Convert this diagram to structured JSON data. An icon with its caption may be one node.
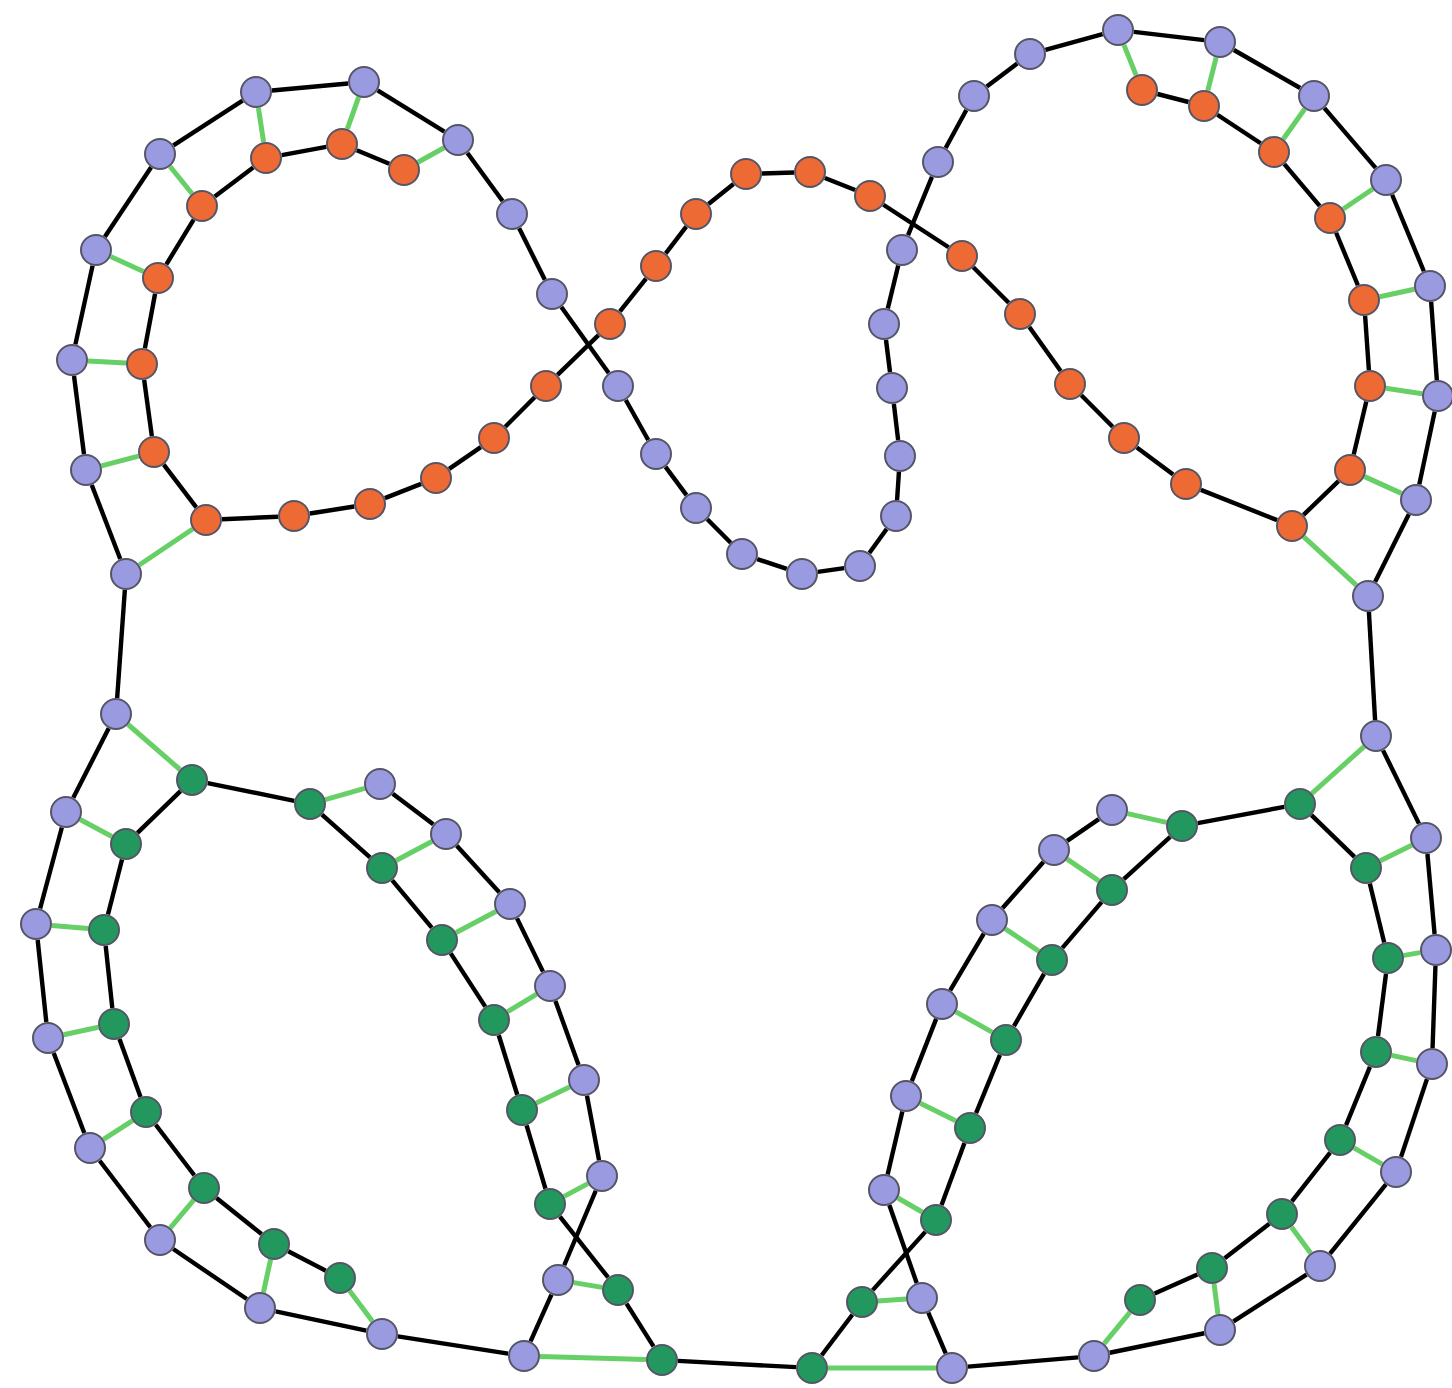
{
  "diagram": {
    "nodes": [
      {
        "text": [],
        "shape": "circle"
      },
      {
        "text": [],
        "shape": "circle"
      },
      {
        "text": [],
        "shape": "circle"
      },
      {
        "text": [],
        "shape": "circle"
      },
      {
        "text": [],
        "shape": "circle"
      },
      {
        "text": [],
        "shape": "circle"
      },
      {
        "text": [],
        "shape": "circle"
      },
      {
        "text": [],
        "shape": "circle"
      },
      {
        "text": [],
        "shape": "circle"
      },
      {
        "text": [],
        "shape": "circle"
      },
      {
        "text": [],
        "shape": "circle"
      },
      {
        "text": [],
        "shape": "circle"
      },
      {
        "text": [],
        "shape": "circle"
      },
      {
        "text": [],
        "shape": "circle"
      },
      {
        "text": [],
        "shape": "circle"
      },
      {
        "text": [],
        "shape": "circle"
      },
      {
        "text": [],
        "shape": "circle"
      },
      {
        "text": [],
        "shape": "circle"
      },
      {
        "text": [],
        "shape": "circle"
      },
      {
        "text": [],
        "shape": "circle"
      },
      {
        "text": [],
        "shape": "circle"
      },
      {
        "text": [],
        "shape": "circle"
      },
      {
        "text": [],
        "shape": "circle"
      },
      {
        "text": [],
        "shape": "circle"
      },
      {
        "text": [],
        "shape": "circle"
      },
      {
        "text": [],
        "shape": "circle"
      },
      {
        "text": [],
        "shape": "circle"
      },
      {
        "text": [],
        "shape": "circle"
      },
      {
        "text": [],
        "shape": "circle"
      },
      {
        "text": [],
        "shape": "circle"
      },
      {
        "text": [],
        "shape": "circle"
      },
      {
        "text": [],
        "shape": "circle"
      },
      {
        "text": [],
        "shape": "circle"
      },
      {
        "text": [],
        "shape": "circle"
      },
      {
        "text": [],
        "shape": "circle"
      },
      {
        "text": [],
        "shape": "circle"
      },
      {
        "text": [],
        "shape": "circle"
      },
      {
        "text": [],
        "shape": "circle"
      },
      {
        "text": [],
        "shape": "circle"
      },
      {
        "text": [],
        "shape": "circle"
      },
      {
        "text": [],
        "shape": "circle"
      },
      {
        "text": [],
        "shape": "circle"
      },
      {
        "text": [],
        "shape": "circle"
      },
      {
        "text": [],
        "shape": "circle"
      },
      {
        "text": [],
        "shape": "circle"
      },
      {
        "text": [],
        "shape": "circle"
      },
      {
        "text": [],
        "shape": "circle"
      },
      {
        "text": [],
        "shape": "circle"
      },
      {
        "text": [],
        "shape": "circle"
      },
      {
        "text": [],
        "shape": "circle"
      },
      {
        "text": [],
        "shape": "circle"
      },
      {
        "text": [],
        "shape": "circle"
      },
      {
        "text": [],
        "shape": "circle"
      },
      {
        "text": [],
        "shape": "circle"
      },
      {
        "text": [],
        "shape": "circle"
      },
      {
        "text": [],
        "shape": "circle"
      },
      {
        "text": [],
        "shape": "circle"
      },
      {
        "text": [],
        "shape": "circle"
      },
      {
        "text": [],
        "shape": "circle"
      },
      {
        "text": [],
        "shape": "circle"
      },
      {
        "text": [],
        "shape": "circle"
      },
      {
        "text": [],
        "shape": "circle"
      },
      {
        "text": [],
        "shape": "circle"
      },
      {
        "text": [],
        "shape": "circle"
      },
      {
        "text": [],
        "shape": "circle"
      },
      {
        "text": [],
        "shape": "circle"
      },
      {
        "text": [],
        "shape": "circle"
      },
      {
        "text": [],
        "shape": "circle"
      },
      {
        "text": [],
        "shape": "circle"
      },
      {
        "text": [],
        "shape": "circle"
      },
      {
        "text": [],
        "shape": "circle"
      },
      {
        "text": [],
        "shape": "circle"
      },
      {
        "text": [],
        "shape": "circle"
      },
      {
        "text": [],
        "shape": "circle"
      },
      {
        "text": [],
        "shape": "circle"
      },
      {
        "text": [],
        "shape": "circle"
      },
      {
        "text": [],
        "shape": "circle"
      },
      {
        "text": [],
        "shape": "circle"
      },
      {
        "text": [],
        "shape": "circle"
      },
      {
        "text": [],
        "shape": "circle"
      },
      {
        "text": [],
        "shape": "circle"
      },
      {
        "text": [],
        "shape": "circle"
      },
      {
        "text": [],
        "shape": "circle"
      },
      {
        "text": [],
        "shape": "circle"
      },
      {
        "text": [],
        "shape": "circle"
      },
      {
        "text": [],
        "shape": "circle"
      },
      {
        "text": [],
        "shape": "circle"
      },
      {
        "text": [],
        "shape": "circle"
      },
      {
        "text": [],
        "shape": "circle"
      },
      {
        "text": [],
        "shape": "circle"
      },
      {
        "text": [],
        "shape": "circle"
      },
      {
        "text": [],
        "shape": "circle"
      },
      {
        "text": [],
        "shape": "circle"
      },
      {
        "text": [],
        "shape": "circle"
      },
      {
        "text": [],
        "shape": "circle"
      },
      {
        "text": [],
        "shape": "circle"
      },
      {
        "text": [],
        "shape": "circle"
      },
      {
        "text": [],
        "shape": "circle"
      },
      {
        "text": [],
        "shape": "circle"
      },
      {
        "text": [],
        "shape": "circle"
      },
      {
        "text": [],
        "shape": "circle"
      },
      {
        "text": [],
        "shape": "circle"
      },
      {
        "text": [],
        "shape": "circle"
      },
      {
        "text": [],
        "shape": "circle"
      },
      {
        "text": [],
        "shape": "circle"
      },
      {
        "text": [],
        "shape": "circle"
      },
      {
        "text": [],
        "shape": "circle"
      },
      {
        "text": [],
        "shape": "circle"
      },
      {
        "text": [],
        "shape": "circle"
      },
      {
        "text": [],
        "shape": "circle"
      },
      {
        "text": [],
        "shape": "circle"
      },
      {
        "text": [],
        "shape": "circle"
      },
      {
        "text": [],
        "shape": "circle"
      },
      {
        "text": [],
        "shape": "circle"
      },
      {
        "text": [],
        "shape": "circle"
      },
      {
        "text": [],
        "shape": "circle"
      },
      {
        "text": [],
        "shape": "circle"
      },
      {
        "text": [],
        "shape": "circle"
      },
      {
        "text": [],
        "shape": "circle"
      },
      {
        "text": [],
        "shape": "circle"
      },
      {
        "text": [],
        "shape": "circle"
      },
      {
        "text": [],
        "shape": "circle"
      },
      {
        "text": [],
        "shape": "circle"
      },
      {
        "text": [],
        "shape": "circle"
      },
      {
        "text": [],
        "shape": "circle"
      },
      {
        "text": [],
        "shape": "circle"
      },
      {
        "text": [],
        "shape": "circle"
      },
      {
        "text": [],
        "shape": "circle"
      }
    ],
    "edges": [
      {
        "from": 0,
        "to": 1,
        "arrow": "none"
      },
      {
        "from": 1,
        "to": 2,
        "arrow": "none"
      },
      {
        "from": 2,
        "to": 3,
        "arrow": "none"
      },
      {
        "from": 3,
        "to": 4,
        "arrow": "none"
      },
      {
        "from": 4,
        "to": 5,
        "arrow": "none"
      },
      {
        "from": 5,
        "to": 6,
        "arrow": "none"
      },
      {
        "from": 6,
        "to": 7,
        "arrow": "none"
      },
      {
        "from": 7,
        "to": 8,
        "arrow": "none"
      },
      {
        "from": 8,
        "to": 9,
        "arrow": "none"
      },
      {
        "from": 9,
        "to": 10,
        "arrow": "none"
      },
      {
        "from": 10,
        "to": 11,
        "arrow": "none"
      },
      {
        "from": 11,
        "to": 12,
        "arrow": "none"
      },
      {
        "from": 12,
        "to": 13,
        "arrow": "none"
      },
      {
        "from": 13,
        "to": 14,
        "arrow": "none"
      },
      {
        "from": 14,
        "to": 15,
        "arrow": "none"
      },
      {
        "from": 15,
        "to": 16,
        "arrow": "none"
      },
      {
        "from": 16,
        "to": 17,
        "arrow": "none"
      },
      {
        "from": 17,
        "to": 18,
        "arrow": "none"
      },
      {
        "from": 18,
        "to": 19,
        "arrow": "none"
      },
      {
        "from": 19,
        "to": 20,
        "arrow": "none"
      },
      {
        "from": 20,
        "to": 21,
        "arrow": "none"
      },
      {
        "from": 21,
        "to": 22,
        "arrow": "none"
      },
      {
        "from": 22,
        "to": 23,
        "arrow": "none"
      },
      {
        "from": 23,
        "to": 24,
        "arrow": "none"
      },
      {
        "from": 24,
        "to": 25,
        "arrow": "none"
      },
      {
        "from": 25,
        "to": 26,
        "arrow": "none"
      },
      {
        "from": 26,
        "to": 27,
        "arrow": "none"
      },
      {
        "from": 27,
        "to": 28,
        "arrow": "none"
      },
      {
        "from": 28,
        "to": 29,
        "arrow": "none"
      },
      {
        "from": 29,
        "to": 30,
        "arrow": "none"
      },
      {
        "from": 30,
        "to": 31,
        "arrow": "none"
      },
      {
        "from": 31,
        "to": 32,
        "arrow": "none"
      },
      {
        "from": 32,
        "to": 33,
        "arrow": "none"
      },
      {
        "from": 33,
        "to": 34,
        "arrow": "none"
      },
      {
        "from": 34,
        "to": 35,
        "arrow": "none"
      },
      {
        "from": 35,
        "to": 36,
        "arrow": "none"
      },
      {
        "from": 36,
        "to": 37,
        "arrow": "none"
      },
      {
        "from": 37,
        "to": 38,
        "arrow": "none"
      },
      {
        "from": 38,
        "to": 39,
        "arrow": "none"
      },
      {
        "from": 39,
        "to": 40,
        "arrow": "none"
      },
      {
        "from": 40,
        "to": 41,
        "arrow": "none"
      },
      {
        "from": 41,
        "to": 42,
        "arrow": "none"
      },
      {
        "from": 42,
        "to": 43,
        "arrow": "none"
      },
      {
        "from": 43,
        "to": 44,
        "arrow": "none"
      },
      {
        "from": 44,
        "to": 45,
        "arrow": "none"
      },
      {
        "from": 45,
        "to": 46,
        "arrow": "none"
      },
      {
        "from": 46,
        "to": 47,
        "arrow": "none"
      },
      {
        "from": 47,
        "to": 48,
        "arrow": "none"
      },
      {
        "from": 48,
        "to": 49,
        "arrow": "none"
      },
      {
        "from": 49,
        "to": 50,
        "arrow": "none"
      },
      {
        "from": 50,
        "to": 51,
        "arrow": "none"
      },
      {
        "from": 51,
        "to": 52,
        "arrow": "none"
      },
      {
        "from": 52,
        "to": 53,
        "arrow": "none"
      },
      {
        "from": 53,
        "to": 54,
        "arrow": "none"
      },
      {
        "from": 54,
        "to": 55,
        "arrow": "none"
      },
      {
        "from": 55,
        "to": 56,
        "arrow": "none"
      },
      {
        "from": 56,
        "to": 57,
        "arrow": "none"
      },
      {
        "from": 57,
        "to": 58,
        "arrow": "none"
      },
      {
        "from": 58,
        "to": 59,
        "arrow": "none"
      },
      {
        "from": 59,
        "to": 60,
        "arrow": "none"
      },
      {
        "from": 60,
        "to": 61,
        "arrow": "none"
      },
      {
        "from": 61,
        "to": 62,
        "arrow": "none"
      },
      {
        "from": 62,
        "to": 63,
        "arrow": "none"
      },
      {
        "from": 64,
        "to": 65,
        "arrow": "none"
      },
      {
        "from": 65,
        "to": 66,
        "arrow": "none"
      },
      {
        "from": 66,
        "to": 67,
        "arrow": "none"
      },
      {
        "from": 67,
        "to": 68,
        "arrow": "none"
      },
      {
        "from": 68,
        "to": 69,
        "arrow": "none"
      },
      {
        "from": 69,
        "to": 70,
        "arrow": "none"
      },
      {
        "from": 70,
        "to": 71,
        "arrow": "none"
      },
      {
        "from": 71,
        "to": 72,
        "arrow": "none"
      },
      {
        "from": 72,
        "to": 73,
        "arrow": "none"
      },
      {
        "from": 73,
        "to": 74,
        "arrow": "none"
      },
      {
        "from": 74,
        "to": 75,
        "arrow": "none"
      },
      {
        "from": 75,
        "to": 76,
        "arrow": "none"
      },
      {
        "from": 76,
        "to": 77,
        "arrow": "none"
      },
      {
        "from": 77,
        "to": 78,
        "arrow": "none"
      },
      {
        "from": 78,
        "to": 79,
        "arrow": "none"
      },
      {
        "from": 79,
        "to": 80,
        "arrow": "none"
      },
      {
        "from": 80,
        "to": 81,
        "arrow": "none"
      },
      {
        "from": 81,
        "to": 82,
        "arrow": "none"
      },
      {
        "from": 82,
        "to": 83,
        "arrow": "none"
      },
      {
        "from": 83,
        "to": 84,
        "arrow": "none"
      },
      {
        "from": 84,
        "to": 85,
        "arrow": "none"
      },
      {
        "from": 85,
        "to": 86,
        "arrow": "none"
      },
      {
        "from": 86,
        "to": 87,
        "arrow": "none"
      },
      {
        "from": 87,
        "to": 88,
        "arrow": "none"
      },
      {
        "from": 88,
        "to": 89,
        "arrow": "none"
      },
      {
        "from": 89,
        "to": 90,
        "arrow": "none"
      },
      {
        "from": 90,
        "to": 91,
        "arrow": "none"
      },
      {
        "from": 91,
        "to": 92,
        "arrow": "none"
      },
      {
        "from": 92,
        "to": 93,
        "arrow": "none"
      },
      {
        "from": 93,
        "to": 94,
        "arrow": "none"
      },
      {
        "from": 94,
        "to": 95,
        "arrow": "none"
      },
      {
        "from": 96,
        "to": 97,
        "arrow": "none"
      },
      {
        "from": 97,
        "to": 98,
        "arrow": "none"
      },
      {
        "from": 98,
        "to": 99,
        "arrow": "none"
      },
      {
        "from": 99,
        "to": 100,
        "arrow": "none"
      },
      {
        "from": 100,
        "to": 101,
        "arrow": "none"
      },
      {
        "from": 101,
        "to": 102,
        "arrow": "none"
      },
      {
        "from": 102,
        "to": 103,
        "arrow": "none"
      },
      {
        "from": 103,
        "to": 104,
        "arrow": "none"
      },
      {
        "from": 104,
        "to": 105,
        "arrow": "none"
      },
      {
        "from": 105,
        "to": 106,
        "arrow": "none"
      },
      {
        "from": 106,
        "to": 107,
        "arrow": "none"
      },
      {
        "from": 107,
        "to": 108,
        "arrow": "none"
      },
      {
        "from": 108,
        "to": 109,
        "arrow": "none"
      },
      {
        "from": 109,
        "to": 110,
        "arrow": "none"
      },
      {
        "from": 110,
        "to": 111,
        "arrow": "none"
      },
      {
        "from": 111,
        "to": 112,
        "arrow": "none"
      },
      {
        "from": 112,
        "to": 113,
        "arrow": "none"
      },
      {
        "from": 113,
        "to": 114,
        "arrow": "none"
      },
      {
        "from": 114,
        "to": 115,
        "arrow": "none"
      },
      {
        "from": 115,
        "to": 116,
        "arrow": "none"
      },
      {
        "from": 116,
        "to": 117,
        "arrow": "none"
      },
      {
        "from": 117,
        "to": 118,
        "arrow": "none"
      },
      {
        "from": 118,
        "to": 119,
        "arrow": "none"
      },
      {
        "from": 119,
        "to": 120,
        "arrow": "none"
      },
      {
        "from": 120,
        "to": 121,
        "arrow": "none"
      },
      {
        "from": 121,
        "to": 122,
        "arrow": "none"
      },
      {
        "from": 122,
        "to": 123,
        "arrow": "none"
      },
      {
        "from": 123,
        "to": 124,
        "arrow": "none"
      },
      {
        "from": 124,
        "to": 125,
        "arrow": "none"
      },
      {
        "from": 125,
        "to": 126,
        "arrow": "none"
      },
      {
        "from": 126,
        "to": 127,
        "arrow": "none"
      },
      {
        "from": 21,
        "to": 66,
        "arrow": "none",
        "color": "#66d066"
      },
      {
        "from": 22,
        "to": 65,
        "arrow": "none",
        "color": "#66d066"
      },
      {
        "from": 23,
        "to": 64,
        "arrow": "none",
        "color": "#66d066"
      },
      {
        "from": 20,
        "to": 67,
        "arrow": "none",
        "color": "#66d066"
      },
      {
        "from": 19,
        "to": 68,
        "arrow": "none",
        "color": "#66d066"
      },
      {
        "from": 18,
        "to": 69,
        "arrow": "none",
        "color": "#66d066"
      },
      {
        "from": 17,
        "to": 70,
        "arrow": "none",
        "color": "#66d066"
      },
      {
        "from": 16,
        "to": 71,
        "arrow": "none",
        "color": "#66d066"
      },
      {
        "from": 40,
        "to": 95,
        "arrow": "none",
        "color": "#66d066"
      },
      {
        "from": 41,
        "to": 94,
        "arrow": "none",
        "color": "#66d066"
      },
      {
        "from": 42,
        "to": 93,
        "arrow": "none",
        "color": "#66d066"
      },
      {
        "from": 43,
        "to": 92,
        "arrow": "none",
        "color": "#66d066"
      },
      {
        "from": 44,
        "to": 91,
        "arrow": "none",
        "color": "#66d066"
      },
      {
        "from": 45,
        "to": 90,
        "arrow": "none",
        "color": "#66d066"
      },
      {
        "from": 46,
        "to": 89,
        "arrow": "none",
        "color": "#66d066"
      },
      {
        "from": 47,
        "to": 88,
        "arrow": "none",
        "color": "#66d066"
      },
      {
        "from": 15,
        "to": 103,
        "arrow": "none",
        "color": "#66d066"
      },
      {
        "from": 14,
        "to": 102,
        "arrow": "none",
        "color": "#66d066"
      },
      {
        "from": 13,
        "to": 101,
        "arrow": "none",
        "color": "#66d066"
      },
      {
        "from": 12,
        "to": 100,
        "arrow": "none",
        "color": "#66d066"
      },
      {
        "from": 11,
        "to": 99,
        "arrow": "none",
        "color": "#66d066"
      },
      {
        "from": 10,
        "to": 98,
        "arrow": "none",
        "color": "#66d066"
      },
      {
        "from": 9,
        "to": 97,
        "arrow": "none",
        "color": "#66d066"
      },
      {
        "from": 8,
        "to": 96,
        "arrow": "none",
        "color": "#66d066"
      },
      {
        "from": 104,
        "to": 0,
        "arrow": "none",
        "color": "#66d066"
      },
      {
        "from": 105,
        "to": 1,
        "arrow": "none",
        "color": "#66d066"
      },
      {
        "from": 106,
        "to": 2,
        "arrow": "none",
        "color": "#66d066"
      },
      {
        "from": 107,
        "to": 3,
        "arrow": "none",
        "color": "#66d066"
      },
      {
        "from": 108,
        "to": 4,
        "arrow": "none",
        "color": "#66d066"
      },
      {
        "from": 109,
        "to": 5,
        "arrow": "none",
        "color": "#66d066"
      },
      {
        "from": 6,
        "to": 110,
        "arrow": "none",
        "color": "#66d066"
      },
      {
        "from": 7,
        "to": 111,
        "arrow": "none",
        "color": "#66d066"
      },
      {
        "from": 112,
        "to": 56,
        "arrow": "none",
        "color": "#66d066"
      },
      {
        "from": 113,
        "to": 57,
        "arrow": "none",
        "color": "#66d066"
      },
      {
        "from": 114,
        "to": 58,
        "arrow": "none",
        "color": "#66d066"
      },
      {
        "from": 115,
        "to": 59,
        "arrow": "none",
        "color": "#66d066"
      },
      {
        "from": 116,
        "to": 60,
        "arrow": "none",
        "color": "#66d066"
      },
      {
        "from": 117,
        "to": 61,
        "arrow": "none",
        "color": "#66d066"
      },
      {
        "from": 118,
        "to": 62,
        "arrow": "none",
        "color": "#66d066"
      },
      {
        "from": 119,
        "to": 63,
        "arrow": "none",
        "color": "#66d066"
      },
      {
        "from": 120,
        "to": 48,
        "arrow": "none",
        "color": "#66d066"
      },
      {
        "from": 121,
        "to": 49,
        "arrow": "none",
        "color": "#66d066"
      },
      {
        "from": 122,
        "to": 50,
        "arrow": "none",
        "color": "#66d066"
      },
      {
        "from": 123,
        "to": 51,
        "arrow": "none",
        "color": "#66d066"
      },
      {
        "from": 124,
        "to": 52,
        "arrow": "none",
        "color": "#66d066"
      },
      {
        "from": 125,
        "to": 53,
        "arrow": "none",
        "color": "#66d066"
      },
      {
        "from": 126,
        "to": 54,
        "arrow": "none",
        "color": "#66d066"
      },
      {
        "from": 127,
        "to": 55,
        "arrow": "none",
        "color": "#66d066"
      }
    ]
  }
}
